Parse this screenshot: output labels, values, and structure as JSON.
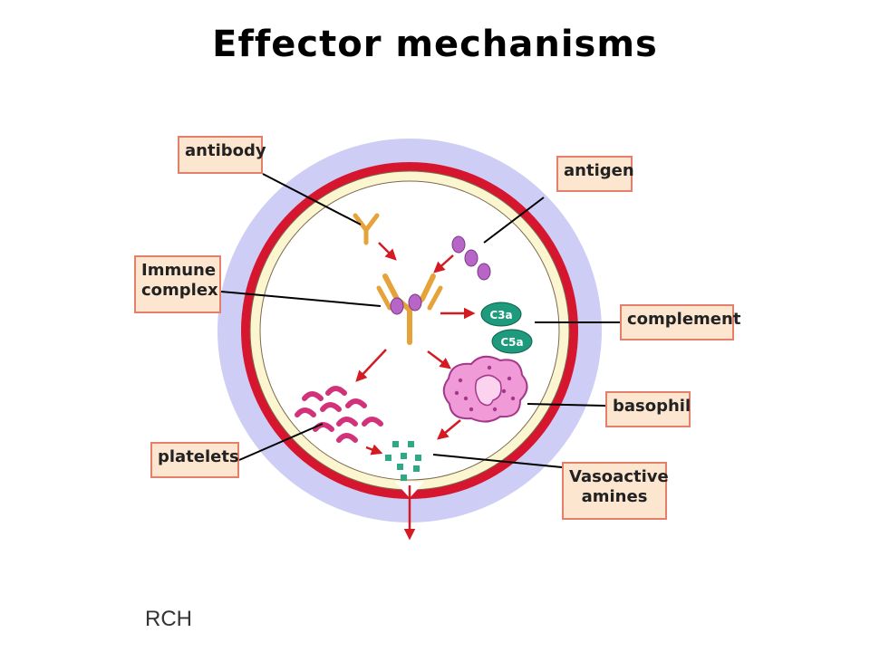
{
  "title": "Effector mechanisms",
  "labels": {
    "antibody": "antibody",
    "antigen": "antigen",
    "immune_complex_line1": "Immune",
    "immune_complex_line2": "complex",
    "complement": "complement",
    "basophil": "basophil",
    "platelets": "platelets",
    "vasoactive_line1": "Vasoactive",
    "vasoactive_line2": "amines"
  },
  "complement_items": [
    "C3a",
    "C5a"
  ],
  "credit": "RCH",
  "colors": {
    "vessel_outer": "#cdcdf5",
    "vessel_wall": "#d6162e",
    "vessel_inner": "#fbf5d0",
    "arrow": "#d41a22",
    "antigen": "#b865c8",
    "antibody": "#e6a33a",
    "complement": "#1e9a7d",
    "basophil": "#f09ad8",
    "platelet": "#d2327a",
    "amine": "#2ea885",
    "label_fill": "#fde6d0",
    "label_border": "#e37f6a"
  }
}
